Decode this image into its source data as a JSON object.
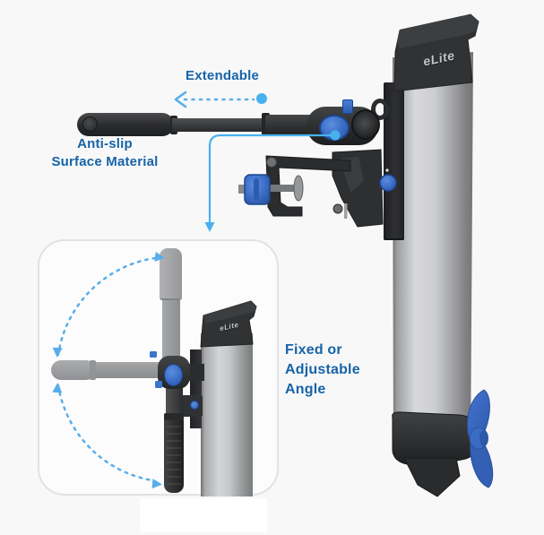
{
  "page": {
    "background": "#f8f8f8"
  },
  "brand": {
    "name": "eLite"
  },
  "annotations": {
    "extendable": {
      "label": "Extendable"
    },
    "anti_slip": {
      "line1": "Anti-slip",
      "line2": "Surface Material"
    },
    "fixed_angle": {
      "line1": "Fixed or",
      "line2": "Adjustable",
      "line3": "Angle"
    }
  },
  "icons": {
    "extend_arrow": "dashed-arrow-left-with-dot",
    "callout_arrow": "elbow-line-down-arrow",
    "rotation_arcs": "dashed-circular-arc-arrows"
  },
  "colors": {
    "page_bg": "#f8f8f8",
    "label_text": "#1663a8",
    "accent_dash": "#57aeea",
    "accent_solid": "#47b1ee",
    "product_blue": "#3b6cc5",
    "propeller_blue": "#3565bd",
    "body_gray": "#c6c7c9",
    "dark_part": "#2b2c2e"
  }
}
